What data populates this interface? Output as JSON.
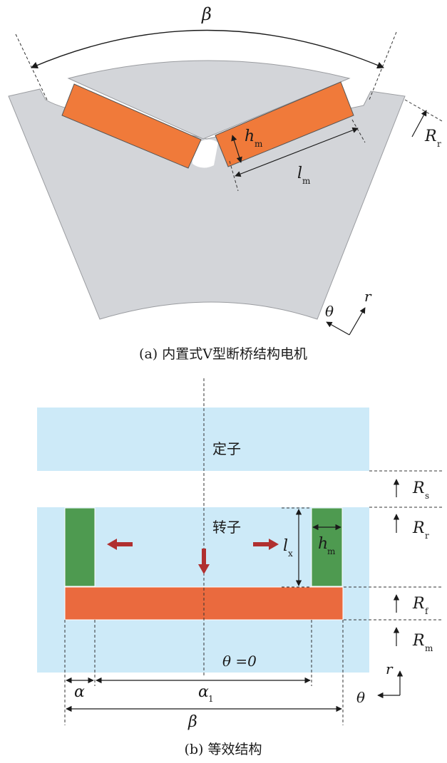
{
  "figure_a": {
    "caption": "(a) 内置式V型断桥结构电机",
    "label_beta": "β",
    "label_h": "h",
    "label_h_sub": "m",
    "label_l": "l",
    "label_l_sub": "m",
    "label_R": "R",
    "label_R_sub": "r",
    "label_theta": "θ",
    "label_r": "r"
  },
  "figure_b": {
    "caption": "(b) 等效结构",
    "stator_label": "定子",
    "rotor_label": "转子",
    "theta_zero": "θ =0",
    "label_lx": "l",
    "label_lx_sub": "x",
    "label_hm": "h",
    "label_hm_sub": "m",
    "label_Rs": "R",
    "label_Rs_sub": "s",
    "label_Rr": "R",
    "label_Rr_sub": "r",
    "label_Rf": "R",
    "label_Rf_sub": "f",
    "label_Rm": "R",
    "label_Rm_sub": "m",
    "label_alpha": "α",
    "label_alpha1": "α",
    "label_alpha1_sub": "1",
    "label_beta": "β",
    "label_theta": "θ",
    "label_r": "r"
  },
  "colors": {
    "rotor_core": "#d3d5d9",
    "magnet_orange": "#f07a3a",
    "region_blue": "#cdeaf8",
    "magnet_green": "#4e9a50",
    "magnet_red": "#ea6a3e",
    "arrow_red": "#b03030"
  }
}
